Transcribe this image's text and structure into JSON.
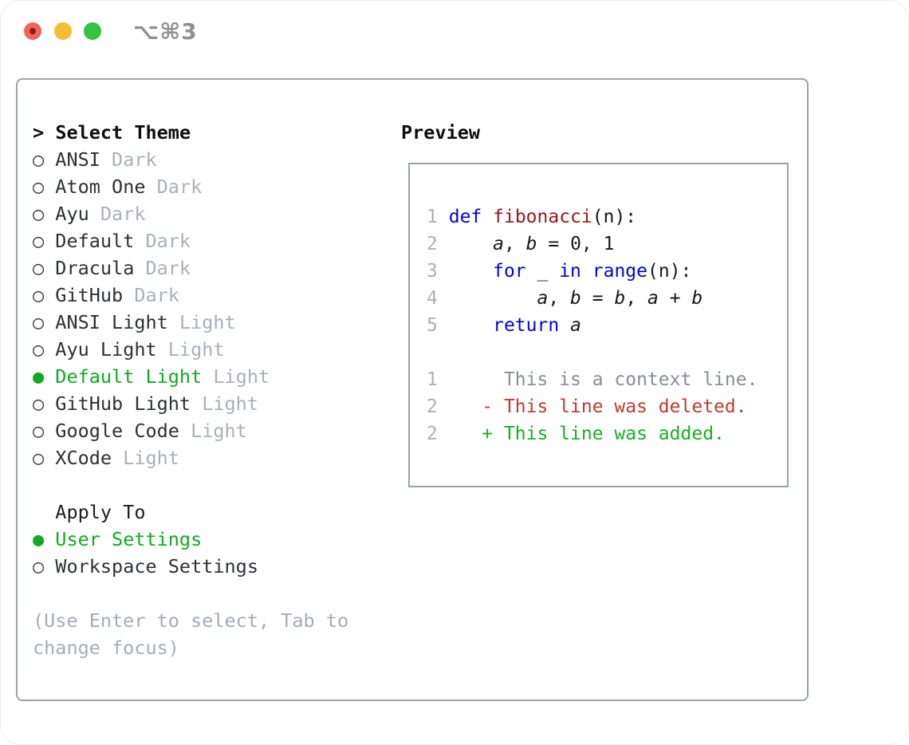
{
  "titlebar": {
    "shortcut": "⌥⌘3",
    "traffic_lights": [
      "close",
      "minimize",
      "zoom"
    ]
  },
  "theme_panel": {
    "header_prefix": ">",
    "header": "Select Theme",
    "marker_selected": "●",
    "marker_unselected": "○",
    "items": [
      {
        "name": "ANSI",
        "variant": "Dark",
        "selected": false
      },
      {
        "name": "Atom One",
        "variant": "Dark",
        "selected": false
      },
      {
        "name": "Ayu",
        "variant": "Dark",
        "selected": false
      },
      {
        "name": "Default",
        "variant": "Dark",
        "selected": false
      },
      {
        "name": "Dracula",
        "variant": "Dark",
        "selected": false
      },
      {
        "name": "GitHub",
        "variant": "Dark",
        "selected": false
      },
      {
        "name": "ANSI Light",
        "variant": "Light",
        "selected": false
      },
      {
        "name": "Ayu Light",
        "variant": "Light",
        "selected": false
      },
      {
        "name": "Default Light",
        "variant": "Light",
        "selected": true
      },
      {
        "name": "GitHub Light",
        "variant": "Light",
        "selected": false
      },
      {
        "name": "Google Code",
        "variant": "Light",
        "selected": false
      },
      {
        "name": "XCode",
        "variant": "Light",
        "selected": false
      }
    ],
    "apply_to": {
      "header": "Apply To",
      "options": [
        {
          "label": "User Settings",
          "selected": true
        },
        {
          "label": "Workspace Settings",
          "selected": false
        }
      ]
    },
    "help_lines": [
      "(Use Enter to select, Tab to",
      "change focus)"
    ]
  },
  "preview": {
    "header": "Preview",
    "lines": [
      {
        "num": " ",
        "segments": []
      },
      {
        "num": "1",
        "segments": [
          {
            "t": " "
          },
          {
            "t": "def",
            "c": "kw"
          },
          {
            "t": " "
          },
          {
            "t": "fibonacci",
            "c": "fn"
          },
          {
            "t": "(n):"
          }
        ]
      },
      {
        "num": "2",
        "segments": [
          {
            "t": "     "
          },
          {
            "t": "a",
            "c": "v"
          },
          {
            "t": ", "
          },
          {
            "t": "b",
            "c": "v"
          },
          {
            "t": " = 0, 1"
          }
        ]
      },
      {
        "num": "3",
        "segments": [
          {
            "t": "     "
          },
          {
            "t": "for",
            "c": "kw"
          },
          {
            "t": " _ "
          },
          {
            "t": "in",
            "c": "kw"
          },
          {
            "t": " "
          },
          {
            "t": "range",
            "c": "kw"
          },
          {
            "t": "(n):"
          }
        ]
      },
      {
        "num": "4",
        "segments": [
          {
            "t": "         "
          },
          {
            "t": "a",
            "c": "v"
          },
          {
            "t": ", "
          },
          {
            "t": "b",
            "c": "v"
          },
          {
            "t": " = "
          },
          {
            "t": "b",
            "c": "v"
          },
          {
            "t": ", "
          },
          {
            "t": "a",
            "c": "v"
          },
          {
            "t": " + "
          },
          {
            "t": "b",
            "c": "v"
          }
        ]
      },
      {
        "num": "5",
        "segments": [
          {
            "t": "     "
          },
          {
            "t": "return",
            "c": "kw"
          },
          {
            "t": " "
          },
          {
            "t": "a",
            "c": "v"
          }
        ]
      },
      {
        "num": " ",
        "segments": []
      },
      {
        "num": "1",
        "segments": [
          {
            "t": "      This is a context line.",
            "c": "ctx"
          }
        ]
      },
      {
        "num": "2",
        "segments": [
          {
            "t": "    "
          },
          {
            "t": "- This line was deleted.",
            "c": "del"
          }
        ]
      },
      {
        "num": "2",
        "segments": [
          {
            "t": "    "
          },
          {
            "t": "+ This line was added.",
            "c": "add"
          }
        ]
      },
      {
        "num": " ",
        "segments": []
      }
    ]
  },
  "colors": {
    "selection_green": "#0fab1f",
    "added_green": "#14b31e",
    "deleted_red": "#c5392a",
    "keyword_blue": "#0000e6",
    "function_red": "#a31515",
    "muted_gray": "#a7b0bd",
    "border_gray": "#9aa2ae",
    "traffic_red": "#f2645c",
    "traffic_yellow": "#f6bd2f",
    "traffic_green": "#33c343"
  }
}
